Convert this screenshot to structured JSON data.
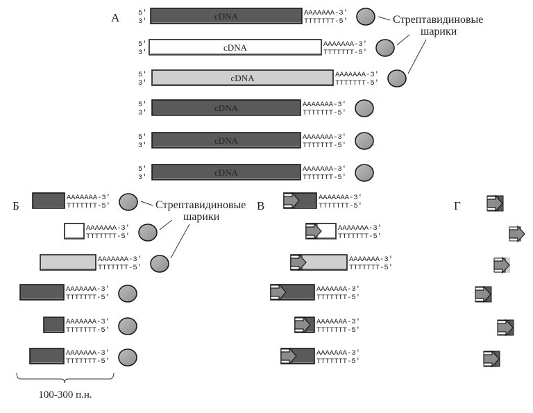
{
  "colors": {
    "dark": "#5a5a5a",
    "white": "#ffffff",
    "light": "#cfcfcf",
    "bead": "#a9a9a9",
    "tag": "#8c8c8c",
    "stroke": "#1a1a1a",
    "text": "#222222"
  },
  "labels": {
    "end5": "5′",
    "end3": "3′",
    "polyA": "AAAAAAA-3′",
    "polyT": "TTTTTTT-5′",
    "cdna": "cDNA",
    "beads_line1": "Стрептавидиновые",
    "beads_line2": "шарики",
    "size_range": "100-300 п.н."
  },
  "panels": [
    {
      "id": "A",
      "letter": "А",
      "rows": [
        {
          "fill": "dark",
          "has_cdna_label": true
        },
        {
          "fill": "white",
          "has_cdna_label": true
        },
        {
          "fill": "light",
          "has_cdna_label": true
        },
        {
          "fill": "dark",
          "has_cdna_label": true
        },
        {
          "fill": "dark",
          "has_cdna_label": true
        },
        {
          "fill": "dark",
          "has_cdna_label": true
        }
      ]
    },
    {
      "id": "B",
      "letter": "Б",
      "rows": [
        {
          "fill": "dark"
        },
        {
          "fill": "white"
        },
        {
          "fill": "light"
        },
        {
          "fill": "dark"
        },
        {
          "fill": "dark"
        },
        {
          "fill": "dark"
        }
      ]
    },
    {
      "id": "V",
      "letter": "В",
      "rows": [
        {
          "fill": "dark"
        },
        {
          "fill": "white"
        },
        {
          "fill": "light"
        },
        {
          "fill": "dark"
        },
        {
          "fill": "dark"
        },
        {
          "fill": "dark"
        }
      ]
    },
    {
      "id": "G",
      "letter": "Г",
      "rows": [
        {
          "fill": "dark"
        },
        {
          "fill": "white"
        },
        {
          "fill": "light"
        },
        {
          "fill": "dark"
        },
        {
          "fill": "dark"
        },
        {
          "fill": "dark"
        }
      ]
    }
  ]
}
